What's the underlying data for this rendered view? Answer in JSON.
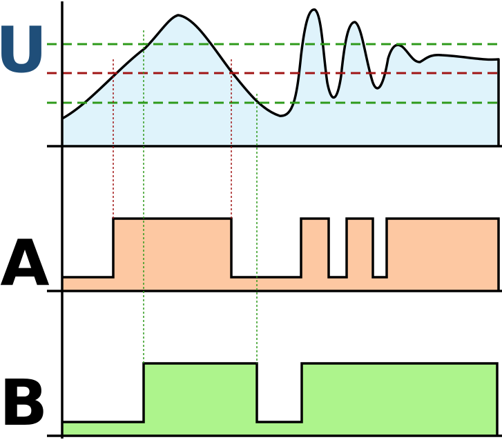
{
  "labels": {
    "u": "U",
    "a": "A",
    "b": "B"
  },
  "colors": {
    "u_label": "#1f4e79",
    "ab_label": "#000000",
    "u_fill": "#dff3fb",
    "a_fill": "#fdc8a2",
    "b_fill": "#adf48c",
    "upper_threshold": "#2e9a1a",
    "lower_threshold": "#2e9a1a",
    "middle_threshold": "#a01414",
    "guide_red": "#a01414",
    "guide_green": "#2e9a1a",
    "stroke": "#000000"
  },
  "thresholds": {
    "upper": "green-dashed",
    "middle": "red-dashed",
    "lower": "green-dashed"
  },
  "signals": {
    "a_states": [
      0,
      1,
      0,
      1,
      0,
      1,
      0,
      1
    ],
    "b_states": [
      0,
      1,
      0,
      1
    ]
  }
}
